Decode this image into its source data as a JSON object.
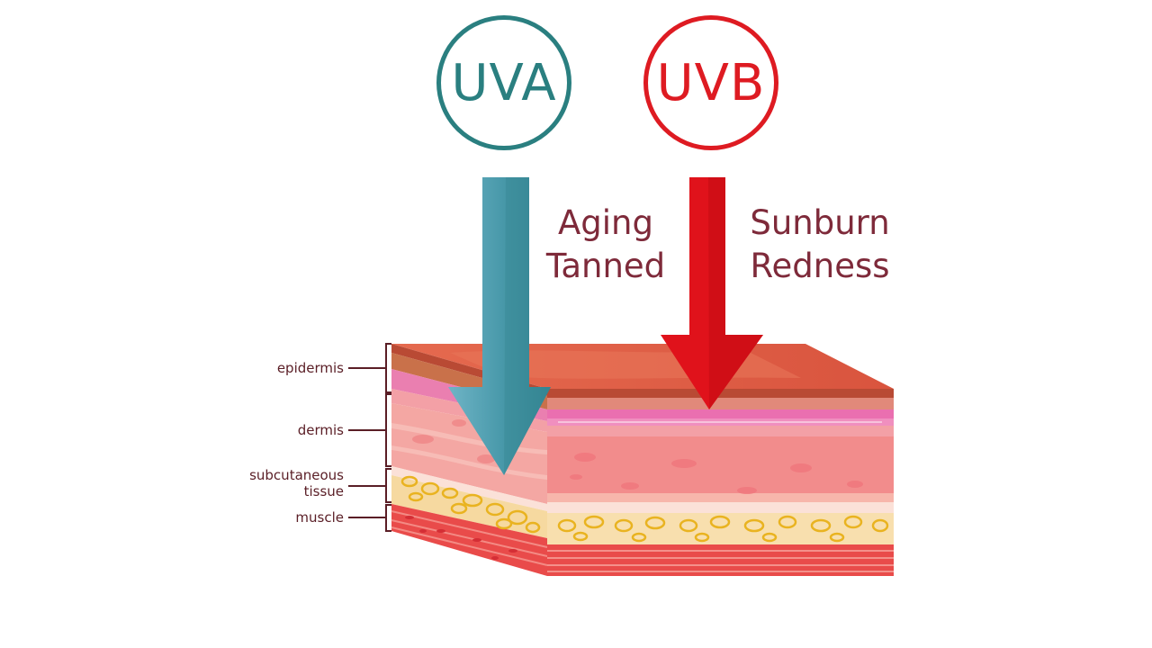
{
  "rays": {
    "uva": {
      "label": "UVA",
      "effects": [
        "Aging",
        "Tanned"
      ],
      "color": "#2a7f80",
      "arrow_color": "#4a9aab"
    },
    "uvb": {
      "label": "UVB",
      "effects": [
        "Sunburn",
        "Redness"
      ],
      "color": "#de1b22",
      "arrow_color": "#e0121b"
    }
  },
  "skin_layers": {
    "epidermis": "epidermis",
    "dermis": "dermis",
    "subcutaneous_1": "subcutaneous",
    "subcutaneous_2": "tissue",
    "muscle": "muscle"
  },
  "colors": {
    "text_effect": "#7e2a3a",
    "label_text": "#5a1e26",
    "skin_top": "#d9543e",
    "dermis": "#f28c8c",
    "fat": "#f1c232",
    "muscle": "#e8474a"
  }
}
